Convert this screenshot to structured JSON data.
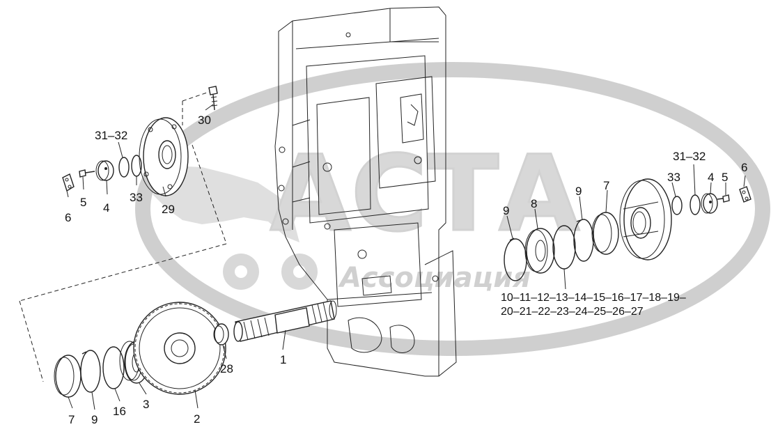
{
  "watermark": {
    "title": "АСТА",
    "subtitle": "Ассоциация"
  },
  "callouts": {
    "p1": "1",
    "p2": "2",
    "p3": "3",
    "p4_left": "4",
    "p4_right": "4",
    "p5_left": "5",
    "p5_right": "5",
    "p6_left": "6",
    "p6_right": "6",
    "p7_left": "7",
    "p7_right": "7",
    "p8": "8",
    "p9_left": "9",
    "p9_mid": "9",
    "p9_right": "9",
    "p16": "16",
    "p28": "28",
    "p29": "29",
    "p30": "30",
    "p31_32_left": "31–32",
    "p31_32_right": "31–32",
    "p33_left": "33",
    "p33_right": "33",
    "range_line1": "10–11–12–13–14–15–16–17–18–19–",
    "range_line2": "20–21–22–23–24–25–26–27"
  }
}
